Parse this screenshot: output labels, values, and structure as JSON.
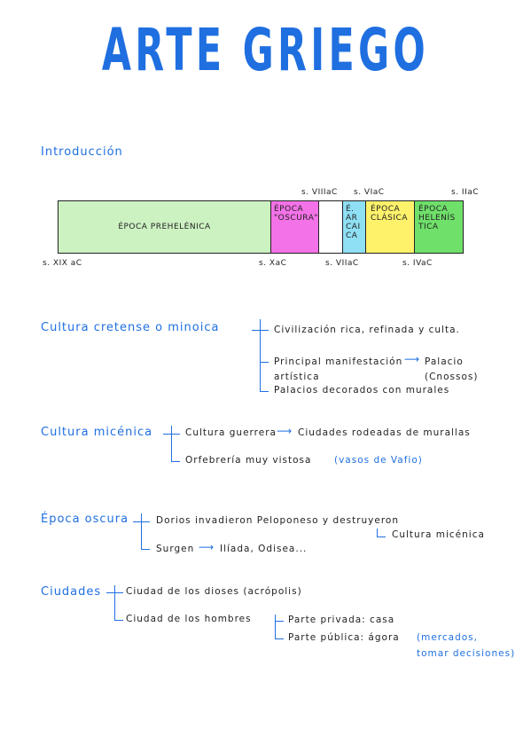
{
  "title": "ARTE GRIEGO",
  "intro": "Introducción",
  "timeline": {
    "segments": [
      {
        "label": "ÉPOCA PREHELÉNICA",
        "color": "#cdf2c2"
      },
      {
        "label": "ÉPOCA \"OSCURA\"",
        "color": "#f472e8"
      },
      {
        "label": "",
        "color": "#ffffff"
      },
      {
        "label": "É. AR CAI CA",
        "color": "#8fe0f5"
      },
      {
        "label": "ÉPOCA CLÁSICA",
        "color": "#fff26b"
      },
      {
        "label": "ÉPOCA HELENÍS TICA",
        "color": "#6fe06a"
      }
    ],
    "top_labels": [
      "s. VIIIaC",
      "s. VIaC",
      "s. IIaC"
    ],
    "bottom_labels": [
      "s. XIX aC",
      "s. XaC",
      "s. VIIaC",
      "s. IVaC"
    ]
  },
  "minoica": {
    "heading": "Cultura cretense o minoica",
    "items": [
      "Civilización rica, refinada y culta.",
      "Principal manifestación artística",
      "Palacio (Cnossos)",
      "Palacios decorados con murales"
    ]
  },
  "micenica": {
    "heading": "Cultura micénica",
    "items": [
      "Cultura guerrera",
      "Ciudades rodeadas de murallas",
      "Orfebrería muy vistosa",
      "(vasos de Vafio)"
    ]
  },
  "oscura": {
    "heading": "Época oscura",
    "items": [
      "Dorios invadieron Peloponeso y destruyeron",
      "Cultura micénica",
      "Surgen",
      "Ilíada, Odisea..."
    ]
  },
  "ciudades": {
    "heading": "Ciudades",
    "items": [
      "Ciudad de los dioses (acrópolis)",
      "Ciudad de los hombres",
      "Parte privada: casa",
      "Parte pública: ágora",
      "(mercados,",
      "tomar decisiones)"
    ]
  }
}
